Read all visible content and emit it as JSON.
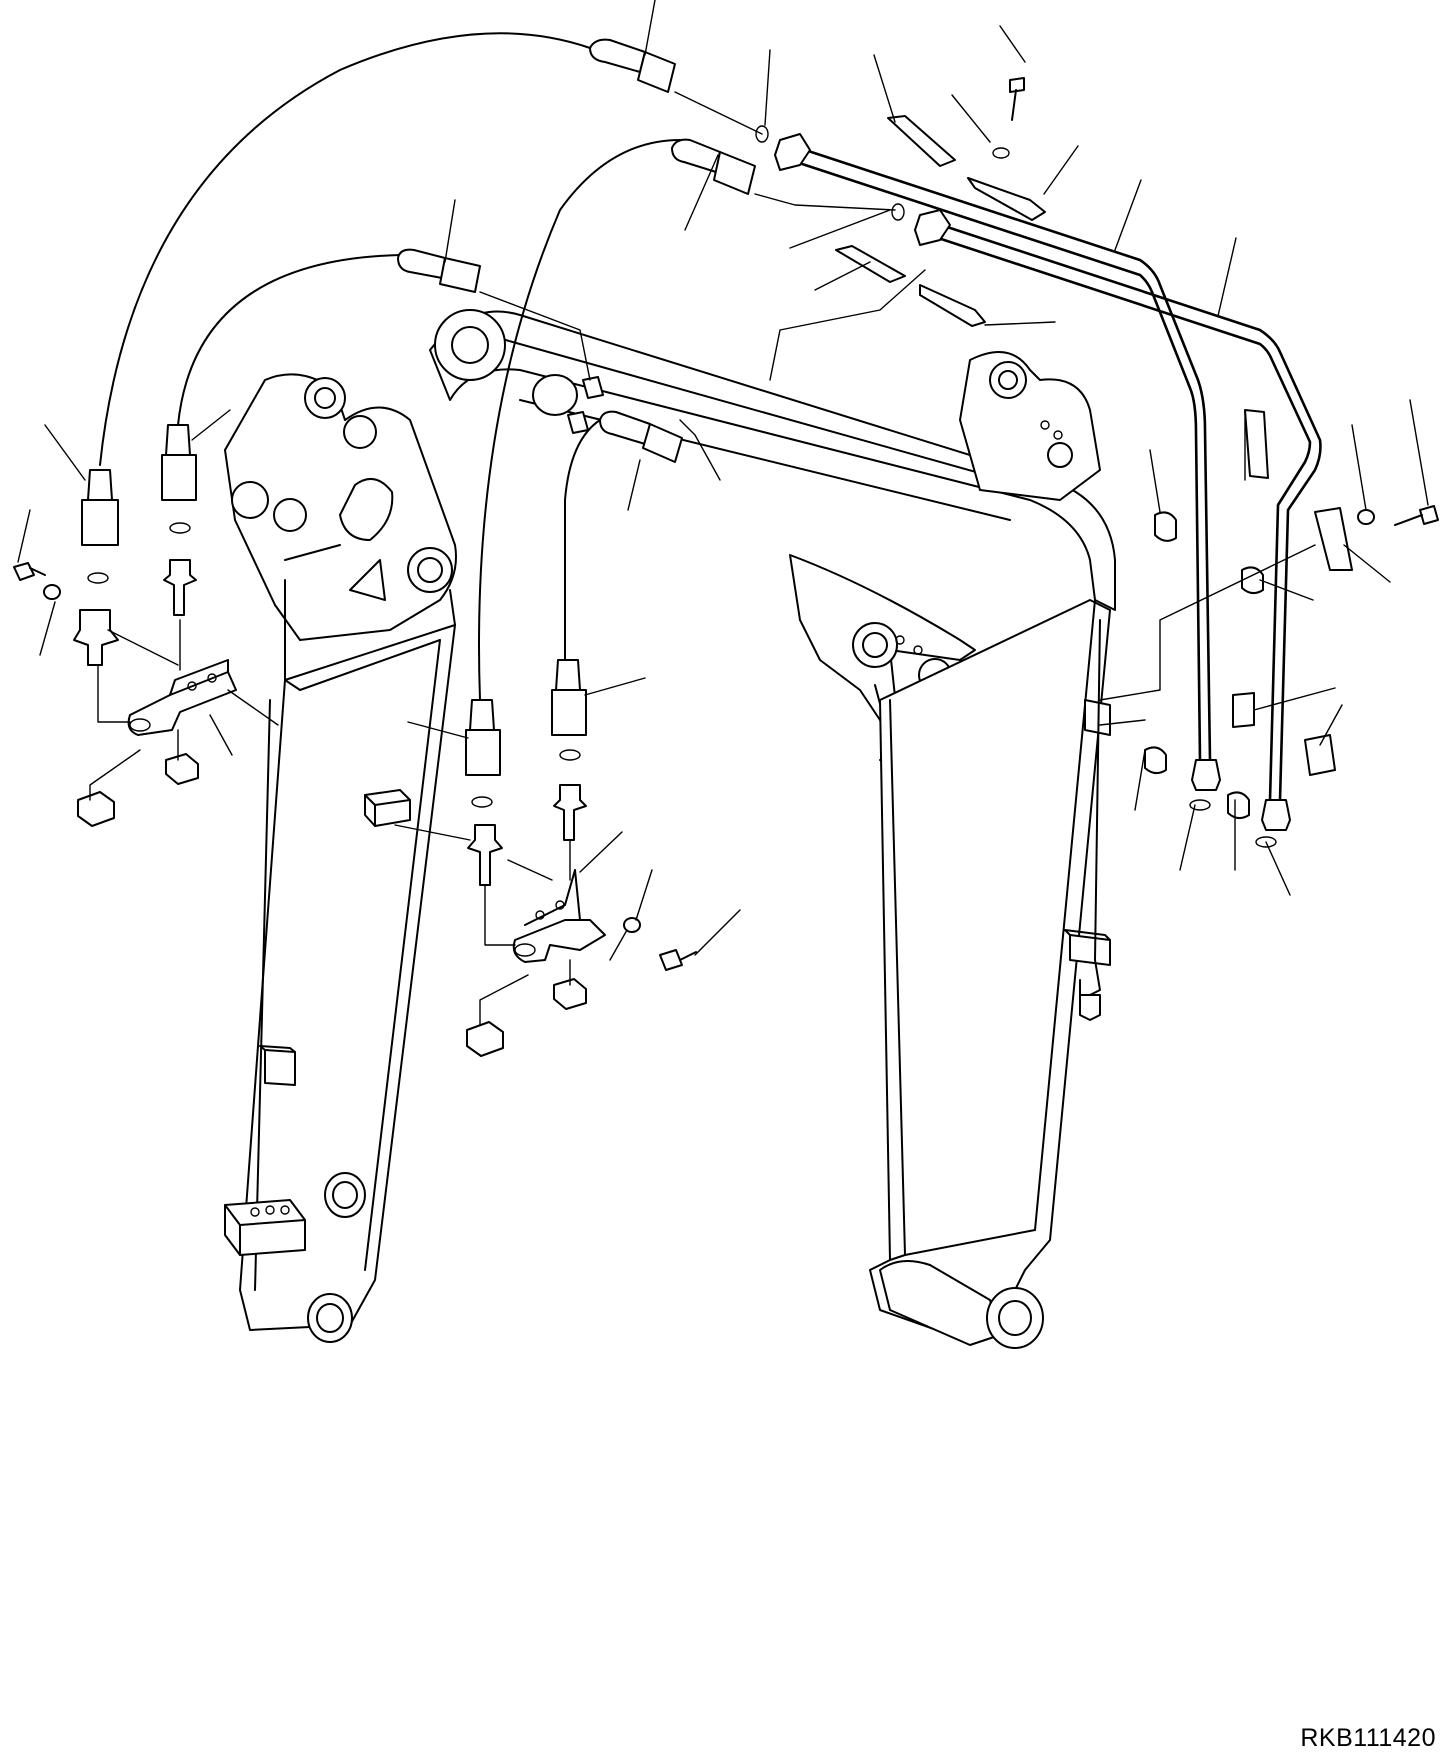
{
  "drawing": {
    "code": "RKB111420",
    "colors": {
      "line": "#000000",
      "background": "#ffffff"
    },
    "subjects": [
      "arm-assembly-left",
      "arm-assembly-right",
      "hydraulic-hose",
      "hose-fitting",
      "fitting-adapter",
      "o-ring",
      "mounting-bracket",
      "bolt",
      "washer",
      "nut",
      "clamp",
      "hydraulic-tube",
      "spacer-block"
    ]
  }
}
